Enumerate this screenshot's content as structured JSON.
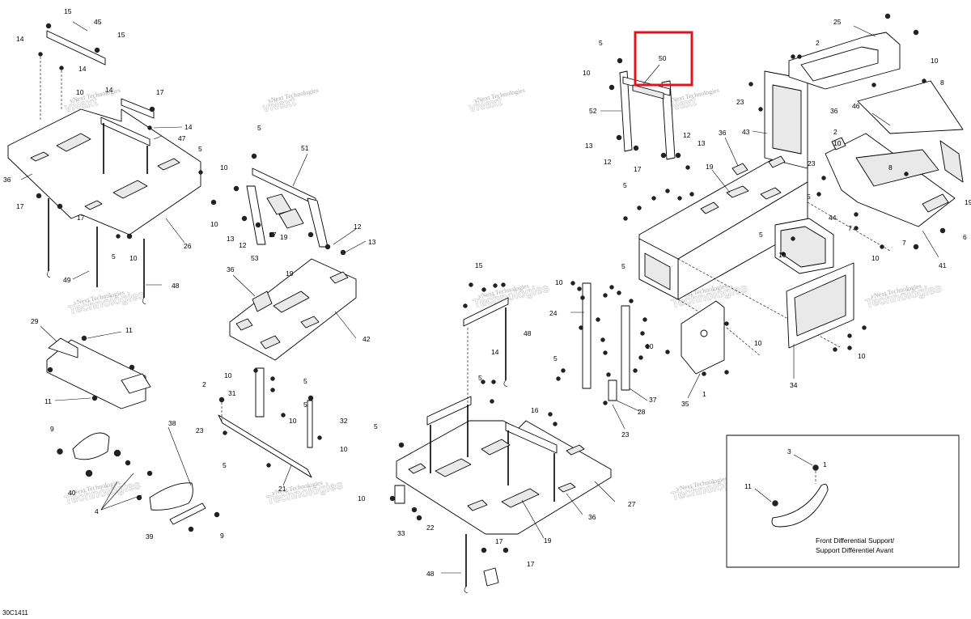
{
  "diagram": {
    "drawing_code": "30C1411",
    "watermark_text": "vNext Technologies",
    "highlight": {
      "label": "50",
      "color": "#e0141e"
    },
    "inset": {
      "title_line1": "Front Differential Support/",
      "title_line2": "Support Différentiel Avant",
      "labels": [
        "3",
        "11",
        "1"
      ]
    },
    "labels": {
      "l15": "15",
      "l45": "45",
      "l14": "14",
      "l17": "17",
      "l47": "47",
      "l36": "36",
      "l49": "49",
      "l48": "48",
      "l26": "26",
      "l10": "10",
      "l5": "5",
      "l51": "51",
      "l13": "13",
      "l12": "12",
      "l53": "53",
      "l19": "19",
      "l42": "42",
      "l29": "29",
      "l11": "11",
      "l2": "2",
      "l31": "31",
      "l23": "23",
      "l32": "32",
      "l21": "21",
      "l9": "9",
      "l38": "38",
      "l40": "40",
      "l4": "4",
      "l39": "39",
      "l33": "33",
      "l22": "22",
      "l16": "16",
      "l27": "27",
      "l24": "24",
      "l28": "28",
      "l37": "37",
      "l35": "35",
      "l52": "52",
      "l50": "50",
      "l25": "25",
      "l8": "8",
      "l46": "46",
      "l43": "43",
      "l44": "44",
      "l41": "41",
      "l6": "6",
      "l7": "7",
      "l34": "34",
      "l1": "1"
    }
  }
}
